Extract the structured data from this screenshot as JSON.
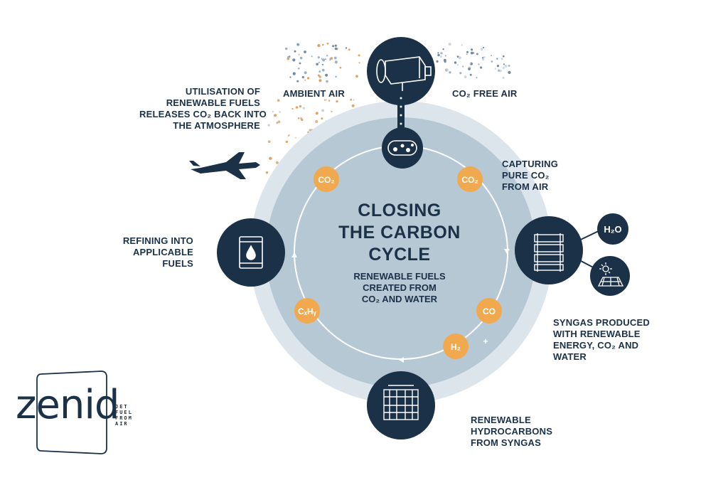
{
  "diagram": {
    "title_lines": [
      "CLOSING",
      "THE CARBON",
      "CYCLE"
    ],
    "subtitle_lines": [
      "RENEWABLE FUELS",
      "CREATED FROM",
      "CO₂ AND WATER"
    ]
  },
  "labels": {
    "utilisation": [
      "UTILISATION OF",
      "RENEWABLE FUELS",
      "RELEASES CO₂ BACK INTO",
      "THE ATMOSPHERE"
    ],
    "ambient_air": "AMBIENT AIR",
    "co2_free_air": "CO₂ FREE AIR",
    "capturing": [
      "CAPTURING",
      "PURE CO₂",
      "FROM AIR"
    ],
    "refining": [
      "REFINING INTO",
      "APPLICABLE",
      "FUELS"
    ],
    "syngas": [
      "SYNGAS PRODUCED",
      "WITH RENEWABLE",
      "ENERGY, CO₂ AND",
      "WATER"
    ],
    "hydrocarbons": [
      "RENEWABLE",
      "HYDROCARBONS",
      "FROM SYNGAS"
    ]
  },
  "molecules": {
    "co2_left": "CO₂",
    "co2_right": "CO₂",
    "co": "CO",
    "h2": "H₂",
    "plus": "+",
    "cxhy": "CₓHᵧ",
    "h2o": "H₂O"
  },
  "logo": {
    "name": "zenid",
    "tagline": [
      "JET",
      "FUEL",
      "FROM",
      "AIR"
    ]
  },
  "icons": {
    "top": "air-capture-unit-icon",
    "co2_storage": "co2-storage-tank-icon",
    "reactor": "electrolysis-stack-icon",
    "water": "water-node-icon",
    "solar": "solar-panel-icon",
    "hydrocarbon": "fischer-tropsch-reactor-icon",
    "fuel": "fuel-barrel-icon",
    "plane": "airplane-icon"
  },
  "colors": {
    "navy": "#1b3148",
    "orange": "#f0a94e",
    "outer_ring": "#dde5ec",
    "inner_ring": "#b7c8d5",
    "white": "#ffffff"
  }
}
